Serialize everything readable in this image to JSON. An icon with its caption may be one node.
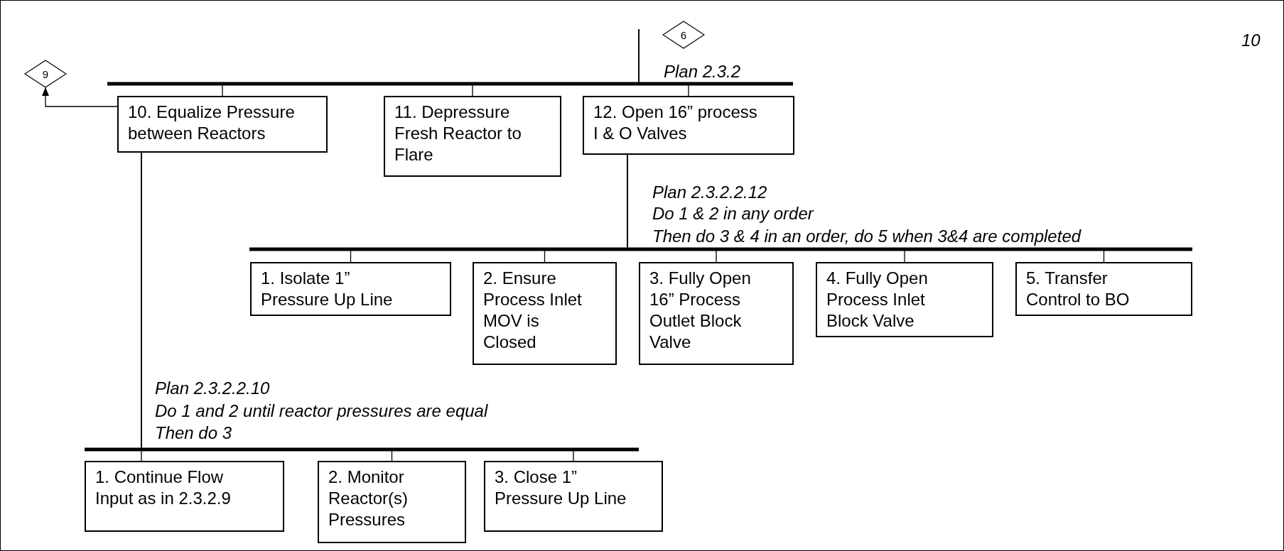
{
  "diagram": {
    "nodes": [
      {
        "text": [
          "6"
        ]
      },
      {
        "text": [
          "9"
        ]
      },
      {
        "text": [
          "10. Equalize Pressure between Reactors"
        ]
      },
      {
        "text": [
          "11. Depressure Fresh Reactor to Flare"
        ]
      },
      {
        "text": [
          "12. Open 16” process I & O Valves"
        ]
      },
      {
        "text": [
          "1. Isolate 1” Pressure Up Line"
        ]
      },
      {
        "text": [
          "2. Ensure Process Inlet MOV is Closed"
        ]
      },
      {
        "text": [
          "3. Fully Open 16” Process Outlet Block Valve"
        ]
      },
      {
        "text": [
          "4. Fully Open Process Inlet Block Valve"
        ]
      },
      {
        "text": [
          "5. Transfer Control to BO"
        ]
      },
      {
        "text": [
          "1. Continue Flow Input as in 2.3.2.9"
        ]
      },
      {
        "text": [
          "2. Monitor Reactor(s) Pressures"
        ]
      },
      {
        "text": [
          "3. Close 1” Pressure Up Line"
        ]
      }
    ],
    "edges": [
      {
        "from": null,
        "to": 2,
        "arrow": "none"
      },
      {
        "from": null,
        "to": 3,
        "arrow": "none"
      },
      {
        "from": null,
        "to": 4,
        "arrow": "none"
      },
      {
        "from": 2,
        "to": 1,
        "arrow": "to"
      },
      {
        "from": 4,
        "to": 5,
        "arrow": "none"
      },
      {
        "from": 4,
        "to": 6,
        "arrow": "none"
      },
      {
        "from": 4,
        "to": 7,
        "arrow": "none"
      },
      {
        "from": 4,
        "to": 8,
        "arrow": "none"
      },
      {
        "from": 4,
        "to": 9,
        "arrow": "none"
      },
      {
        "from": 2,
        "to": 10,
        "arrow": "none"
      },
      {
        "from": 2,
        "to": 11,
        "arrow": "none"
      },
      {
        "from": 2,
        "to": 12,
        "arrow": "none"
      }
    ],
    "labels": [
      "10",
      "Plan 2.3.2",
      "Plan 2.3.2.2.12",
      "Do 1 & 2 in any order",
      "Then do 3 & 4 in an order, do 5 when 3&4 are completed",
      "Plan 2.3.2.2.10",
      "Do 1 and 2 until reactor pressures are equal",
      "Then do 3"
    ]
  }
}
